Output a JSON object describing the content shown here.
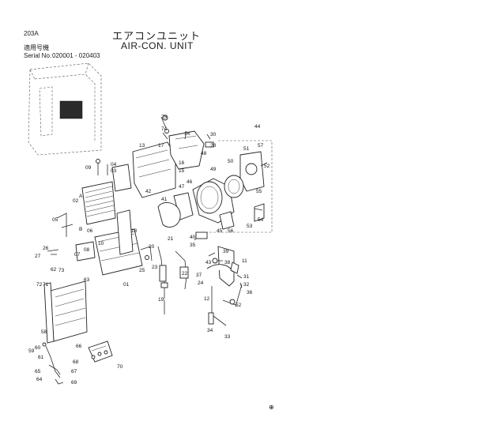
{
  "header": {
    "page_code": "203A",
    "title_jp": "エアコンユニット",
    "title_en": "AIR-CON. UNIT",
    "serial_jp": "適用号機",
    "serial_en": "Serial No.",
    "serial_range": "020001 - 020403"
  },
  "callouts": [
    "75",
    "74",
    "14",
    "30",
    "28",
    "13",
    "17",
    "44",
    "57",
    "51",
    "50",
    "52",
    "09",
    "04",
    "03",
    "15",
    "16",
    "48",
    "49",
    "47",
    "46",
    "42",
    "55",
    "41",
    "02",
    "05",
    "06",
    "08",
    "01",
    "18",
    "10",
    "26",
    "27",
    "07",
    "20",
    "21",
    "40",
    "35",
    "39",
    "45",
    "56",
    "53",
    "54",
    "11",
    "43",
    "38",
    "37",
    "31",
    "32",
    "36",
    "22",
    "23",
    "25",
    "24",
    "19",
    "12",
    "34",
    "33",
    "52",
    "73",
    "72",
    "71",
    "63",
    "58",
    "59",
    "60",
    "61",
    "62",
    "64",
    "65",
    "66",
    "67",
    "68",
    "69",
    "70",
    "A",
    "B"
  ],
  "corner_mark": "⊕"
}
